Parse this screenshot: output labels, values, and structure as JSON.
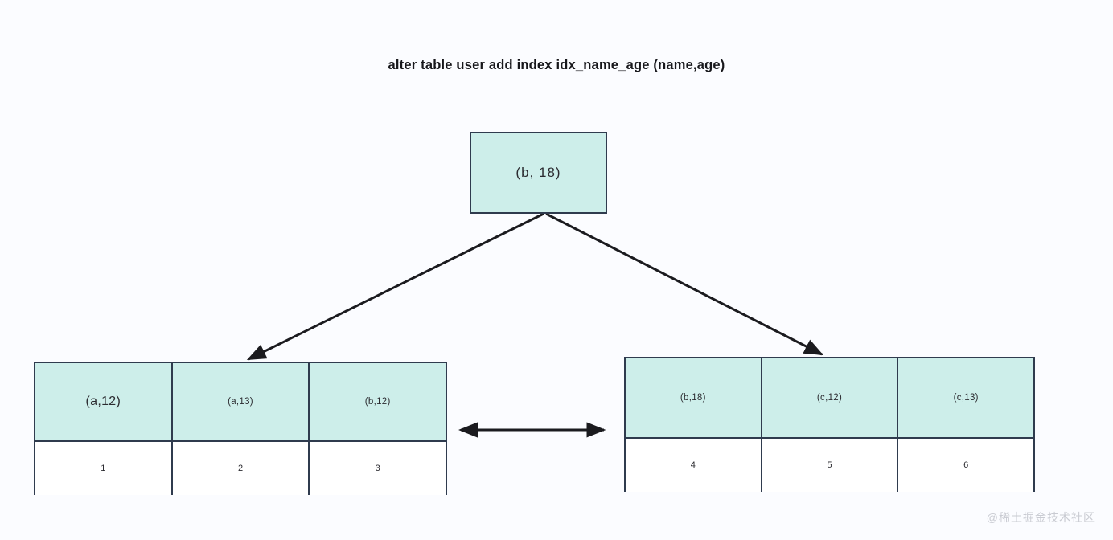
{
  "diagram": {
    "title": "alter table user add index idx_name_age (name,age)",
    "watermark": "@稀土掘金技术社区",
    "colors": {
      "node_fill": "#cdeeea",
      "node_border": "#2f3b4e",
      "background": "#fbfcff",
      "text": "#2b2b30",
      "arrow": "#1b1b1f",
      "watermark": "#c9cbd2"
    },
    "root": {
      "label": "(b, 18)"
    },
    "leaf_left": {
      "keys": [
        "(a,12)",
        "(a,13)",
        "(b,12)"
      ],
      "values": [
        "1",
        "2",
        "3"
      ]
    },
    "leaf_right": {
      "keys": [
        "(b,18)",
        "(c,12)",
        "(c,13)"
      ],
      "values": [
        "4",
        "5",
        "6"
      ]
    },
    "connectors": [
      {
        "name": "root-to-left-leaf",
        "type": "arrow-single"
      },
      {
        "name": "root-to-right-leaf",
        "type": "arrow-single"
      },
      {
        "name": "leaf-sibling-link",
        "type": "arrow-double"
      }
    ]
  }
}
